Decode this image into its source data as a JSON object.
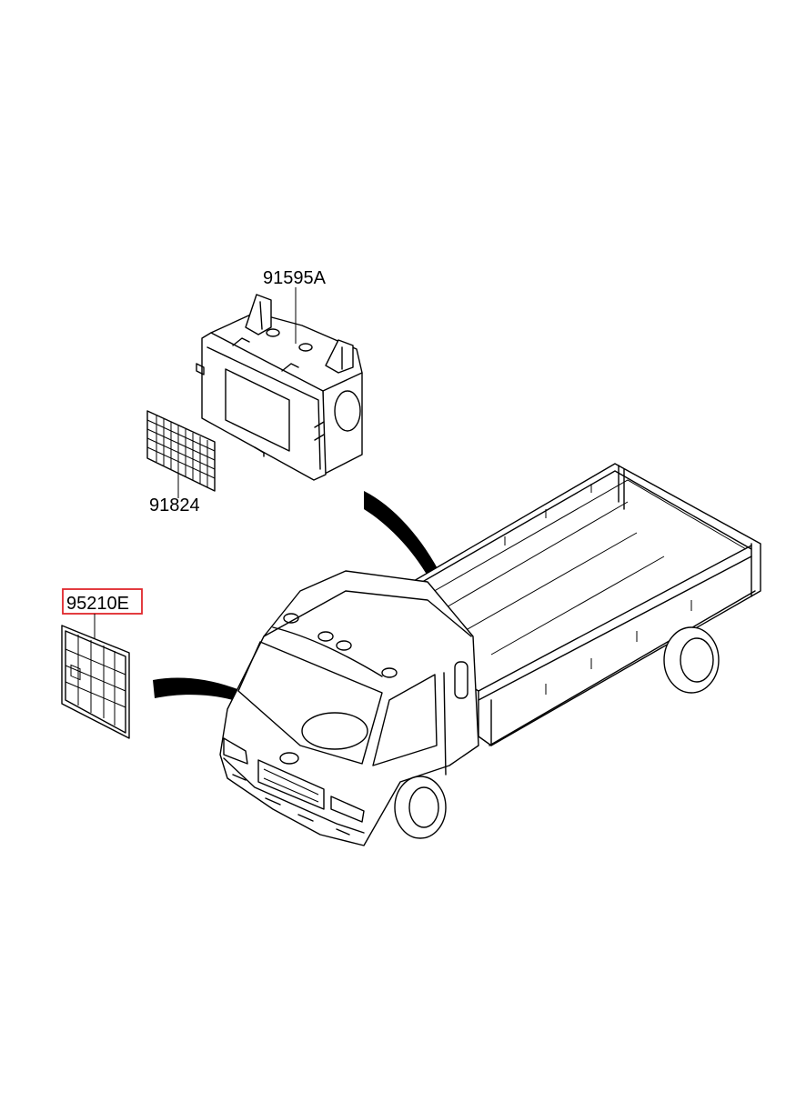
{
  "parts": [
    {
      "id": "relay-box",
      "number": "91595A",
      "highlighted": false
    },
    {
      "id": "relay-label",
      "number": "91824",
      "highlighted": false
    },
    {
      "id": "fuse-label",
      "number": "95210E",
      "highlighted": true
    }
  ],
  "colors": {
    "highlight": "#e0262b",
    "line": "#000000",
    "background": "#ffffff"
  }
}
